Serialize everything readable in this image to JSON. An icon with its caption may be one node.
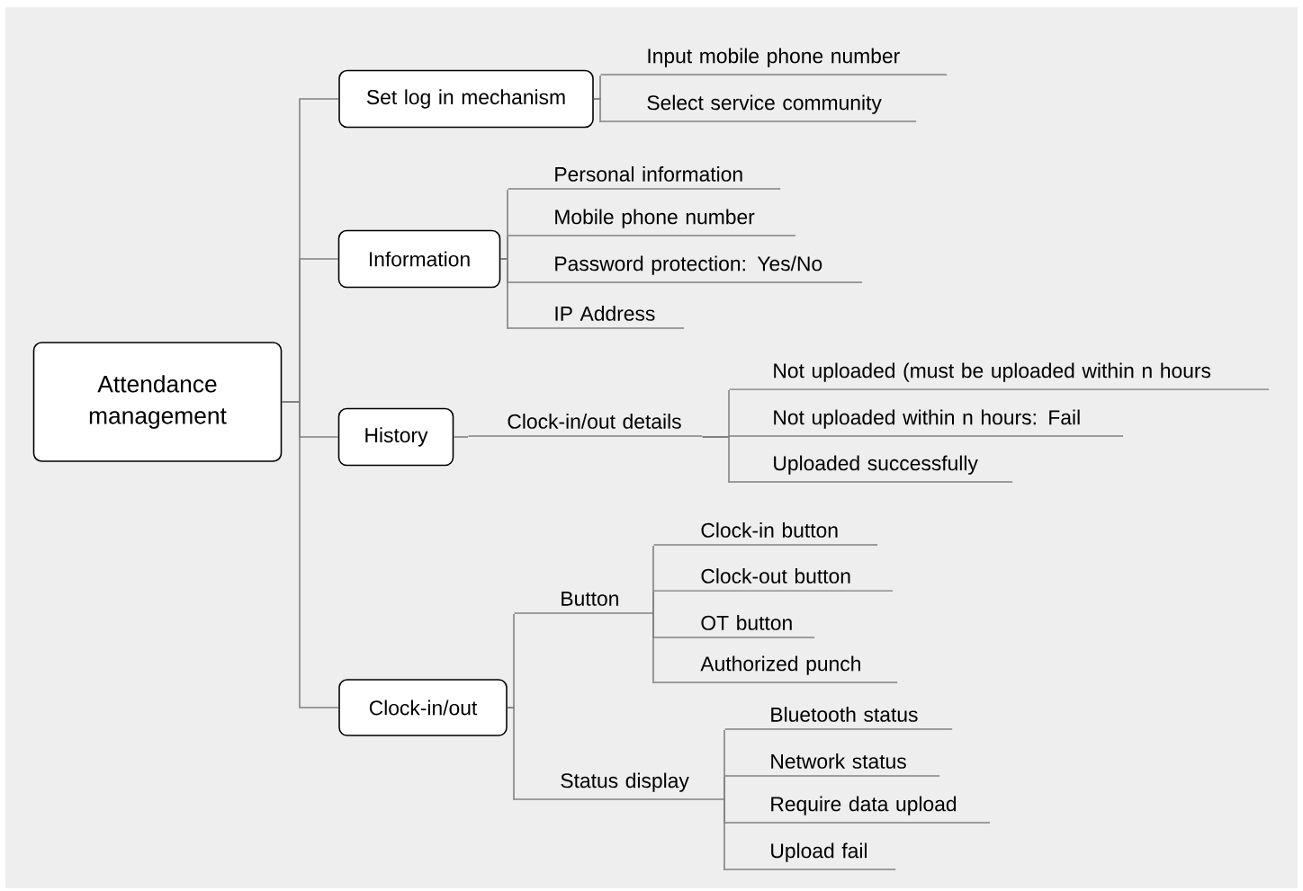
{
  "diagram": {
    "nodes": [
      {
        "text": [
          "Attendance management"
        ]
      },
      {
        "text": [
          "Set log in mechanism"
        ]
      },
      {
        "text": [
          "Information"
        ]
      },
      {
        "text": [
          "History"
        ]
      },
      {
        "text": [
          "Clock-in/out"
        ]
      },
      {
        "text": [
          "Input mobile phone number"
        ]
      },
      {
        "text": [
          "Select service community"
        ]
      },
      {
        "text": [
          "Personal information"
        ]
      },
      {
        "text": [
          "Mobile phone number"
        ]
      },
      {
        "text": [
          "Password protection: Yes/No"
        ]
      },
      {
        "text": [
          "IP  Address"
        ]
      },
      {
        "text": [
          "Clock-in/out details"
        ]
      },
      {
        "text": [
          "Not uploaded (must be uploaded within n hours"
        ]
      },
      {
        "text": [
          "Not uploaded within n hours: Fail"
        ]
      },
      {
        "text": [
          "Uploaded successfully"
        ]
      },
      {
        "text": [
          "Button"
        ]
      },
      {
        "text": [
          "Clock-in button"
        ]
      },
      {
        "text": [
          "Clock-out button"
        ]
      },
      {
        "text": [
          "OT button"
        ]
      },
      {
        "text": [
          "Authorized punch"
        ]
      },
      {
        "text": [
          "Status display"
        ]
      },
      {
        "text": [
          "Bluetooth status"
        ]
      },
      {
        "text": [
          "Network status"
        ]
      },
      {
        "text": [
          "Require data upload"
        ]
      },
      {
        "text": [
          "Upload fail"
        ]
      }
    ],
    "edges": [
      {
        "from": 0,
        "to": 1,
        "arrow": "none"
      },
      {
        "from": 0,
        "to": 2,
        "arrow": "none"
      },
      {
        "from": 0,
        "to": 3,
        "arrow": "none"
      },
      {
        "from": 0,
        "to": 4,
        "arrow": "none"
      },
      {
        "from": 1,
        "to": 5,
        "arrow": "none"
      },
      {
        "from": 1,
        "to": 6,
        "arrow": "none"
      },
      {
        "from": 2,
        "to": 7,
        "arrow": "none"
      },
      {
        "from": 2,
        "to": 8,
        "arrow": "none"
      },
      {
        "from": 2,
        "to": 9,
        "arrow": "none"
      },
      {
        "from": 2,
        "to": 10,
        "arrow": "none"
      },
      {
        "from": 3,
        "to": 11,
        "arrow": "none"
      },
      {
        "from": 11,
        "to": 12,
        "arrow": "none"
      },
      {
        "from": 11,
        "to": 13,
        "arrow": "none"
      },
      {
        "from": 11,
        "to": 14,
        "arrow": "none"
      },
      {
        "from": 4,
        "to": 15,
        "arrow": "none"
      },
      {
        "from": 4,
        "to": 20,
        "arrow": "none"
      },
      {
        "from": 15,
        "to": 16,
        "arrow": "none"
      },
      {
        "from": 15,
        "to": 17,
        "arrow": "none"
      },
      {
        "from": 15,
        "to": 18,
        "arrow": "none"
      },
      {
        "from": 15,
        "to": 19,
        "arrow": "none"
      },
      {
        "from": 20,
        "to": 21,
        "arrow": "none"
      },
      {
        "from": 20,
        "to": 22,
        "arrow": "none"
      },
      {
        "from": 20,
        "to": 23,
        "arrow": "none"
      },
      {
        "from": 20,
        "to": 24,
        "arrow": "none"
      }
    ]
  }
}
